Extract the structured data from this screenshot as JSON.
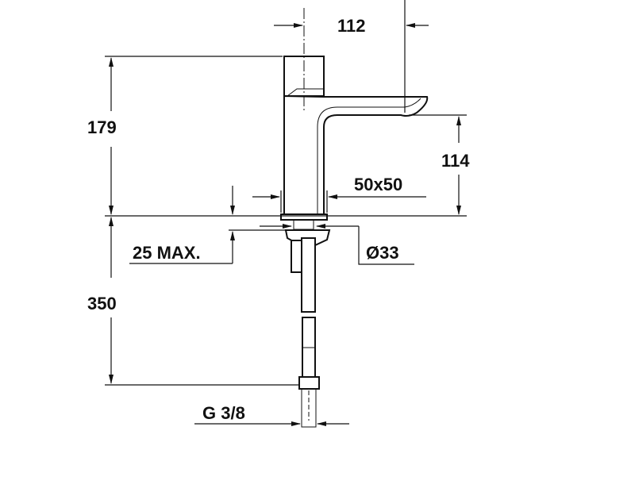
{
  "drawing": {
    "dimensions": {
      "spout_reach": "112",
      "total_height": "179",
      "spout_height": "114",
      "body_section": "50x50",
      "max_deck_thickness": "25 MAX.",
      "hole_diameter": "Ø33",
      "hose_length": "350",
      "connection_thread": "G 3/8"
    }
  }
}
